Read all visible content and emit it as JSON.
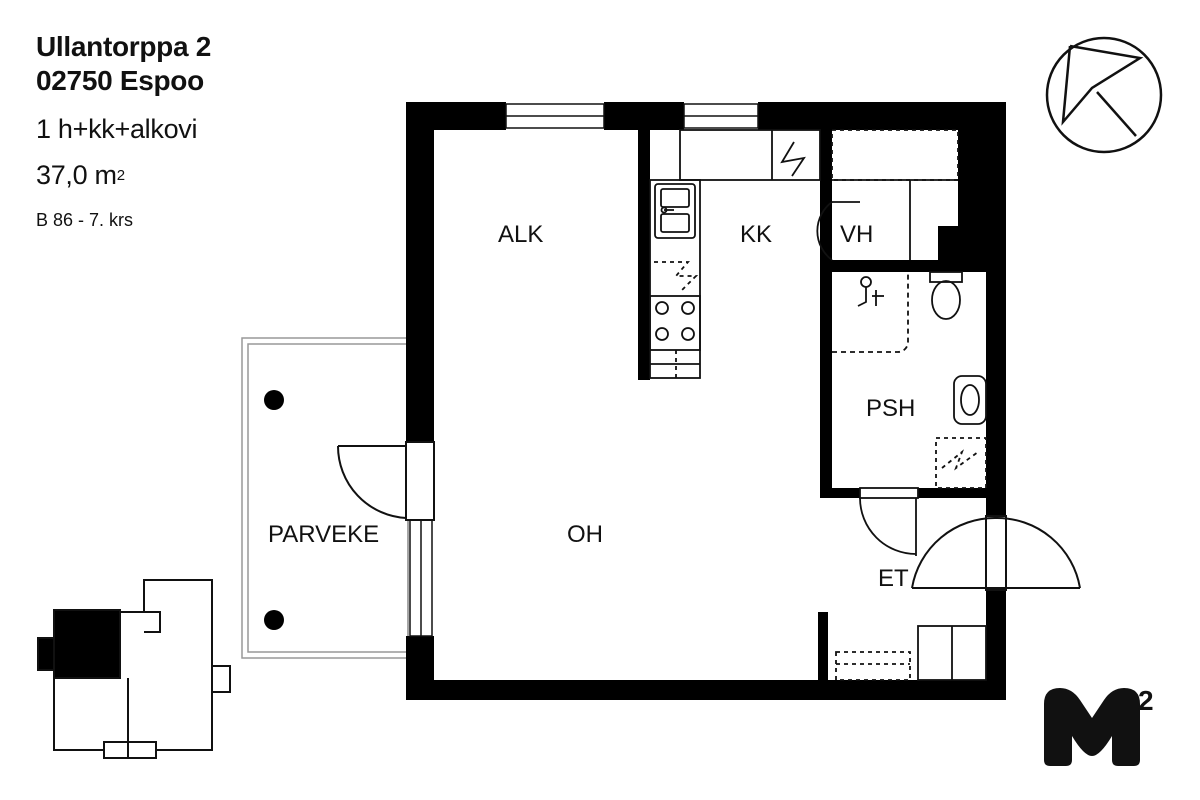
{
  "header": {
    "street": "Ullantorppa 2",
    "postal": "02750 Espoo",
    "apartment_type": "1 h+kk+alkovi",
    "area_value": "37,0 m",
    "area_unit_superscript": "2",
    "unit_floor": "B 86 - 7. krs"
  },
  "rooms": {
    "alk": "ALK",
    "kk": "KK",
    "vh": "VH",
    "psh": "PSH",
    "oh": "OH",
    "parveke": "PARVEKE",
    "et": "ET"
  },
  "logo": {
    "text": "M",
    "superscript": "2"
  },
  "icons": {
    "compass": "north-arrow-compass-icon",
    "keyplan": "building-key-plan-icon",
    "logo": "m2-brand-logo-icon"
  },
  "colors": {
    "walls": "#000000",
    "background": "#ffffff",
    "lines": "#111111"
  }
}
